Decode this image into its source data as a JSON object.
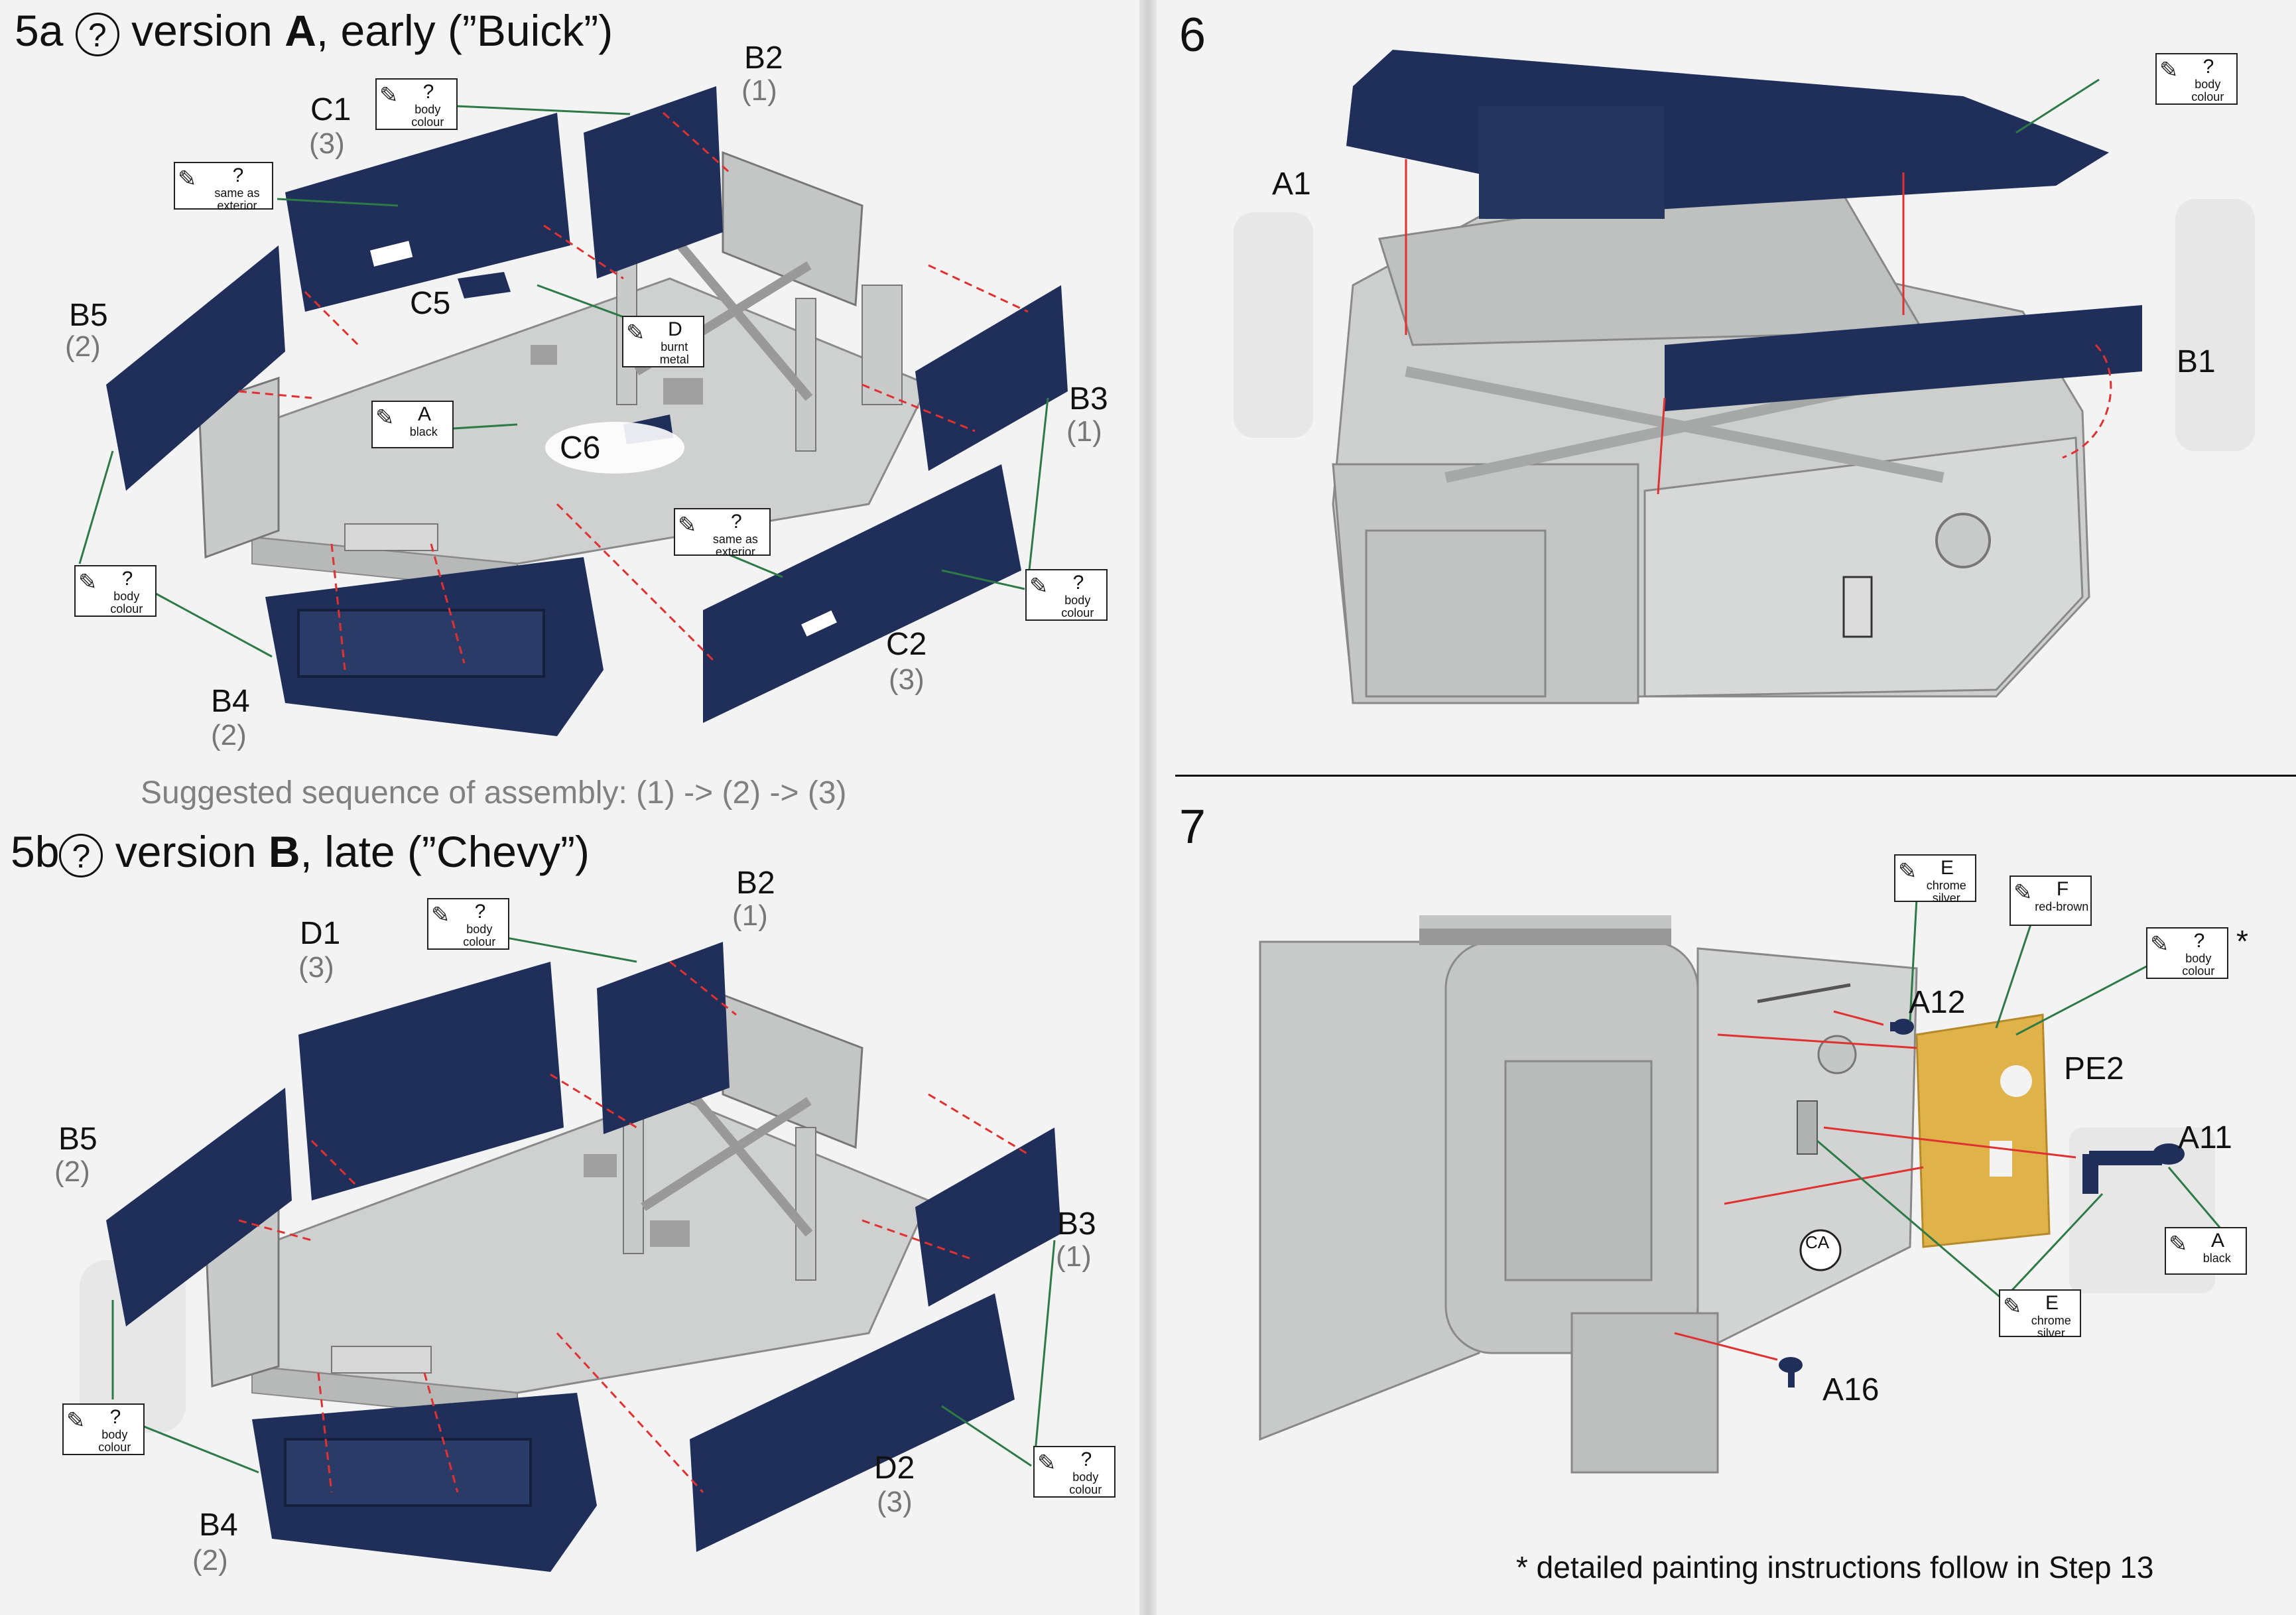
{
  "step5a": {
    "number": "5a",
    "title_mid": " version ",
    "title_letter": "A",
    "title_end": ", early (”Buick”)",
    "parts": [
      {
        "id": "b2",
        "label": "B2",
        "count": "(1)"
      },
      {
        "id": "c1",
        "label": "C1",
        "count": "(3)"
      },
      {
        "id": "b5",
        "label": "B5",
        "count": "(2)"
      },
      {
        "id": "b3",
        "label": "B3",
        "count": "(1)"
      },
      {
        "id": "c2",
        "label": "C2",
        "count": "(3)"
      },
      {
        "id": "b4",
        "label": "B4",
        "count": "(2)"
      }
    ],
    "c5_label": "C5",
    "c6_label": "C6",
    "paint": {
      "c1": {
        "code": "?",
        "desc": "body colour"
      },
      "c1_inner": {
        "code": "?",
        "desc": "same as exterior"
      },
      "floor_d": {
        "code": "D",
        "desc": "burnt metal"
      },
      "floor_a": {
        "code": "A",
        "desc": "black"
      },
      "c2_inner": {
        "code": "?",
        "desc": "same as exterior"
      },
      "b5": {
        "code": "?",
        "desc": "body colour"
      },
      "b3": {
        "code": "?",
        "desc": "body colour"
      }
    },
    "sequence_note": "Suggested sequence of assembly: (1) -> (2) -> (3)"
  },
  "step5b": {
    "number": "5b",
    "title_mid": " version ",
    "title_letter": "B",
    "title_end": ", late (”Chevy”)",
    "parts": [
      {
        "id": "b2",
        "label": "B2",
        "count": "(1)"
      },
      {
        "id": "d1",
        "label": "D1",
        "count": "(3)"
      },
      {
        "id": "b5",
        "label": "B5",
        "count": "(2)"
      },
      {
        "id": "b3",
        "label": "B3",
        "count": "(1)"
      },
      {
        "id": "d2",
        "label": "D2",
        "count": "(3)"
      },
      {
        "id": "b4",
        "label": "B4",
        "count": "(2)"
      }
    ],
    "paint": {
      "d1": {
        "code": "?",
        "desc": "body colour"
      },
      "b5": {
        "code": "?",
        "desc": "body colour"
      },
      "b3": {
        "code": "?",
        "desc": "body colour"
      }
    }
  },
  "step6": {
    "number": "6",
    "a1_label": "A1",
    "b1_label": "B1",
    "paint": {
      "code": "?",
      "desc": "body colour"
    }
  },
  "step7": {
    "number": "7",
    "labels": {
      "a12": "A12",
      "pe2": "PE2",
      "a11": "A11",
      "a16": "A16"
    },
    "ca_label": "CA",
    "paint": {
      "e_top": {
        "code": "E",
        "desc": "chrome silver"
      },
      "f": {
        "code": "F",
        "desc": "red-brown"
      },
      "pe2": {
        "code": "?",
        "desc": "body colour"
      },
      "a11": {
        "code": "A",
        "desc": "black"
      },
      "e_bottom": {
        "code": "E",
        "desc": "chrome silver"
      }
    },
    "asterisk": "*",
    "footnote": "* detailed painting instructions follow in Step 13"
  },
  "colors": {
    "panel_blue": "#1f2f5a",
    "part_grey": "#cfd0d0",
    "leader_green": "#2d7a46",
    "arrow_red": "#e03030",
    "brass": "#e0b34a",
    "text_grey": "#808080"
  }
}
